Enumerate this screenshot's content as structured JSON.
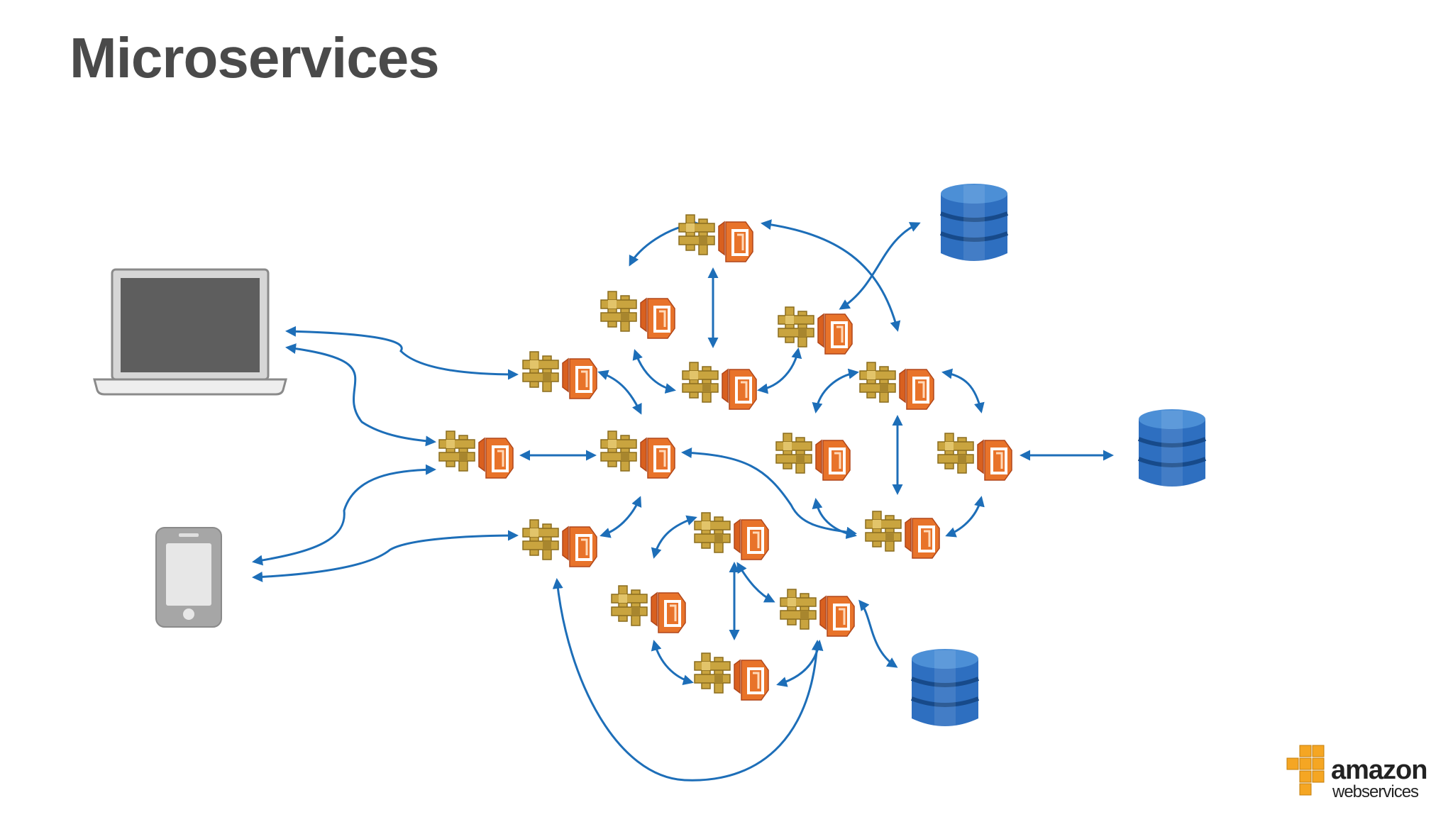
{
  "slide": {
    "title": "Microservices"
  },
  "colors": {
    "title": "#4a4a4a",
    "connector": "#1d6eb8",
    "gateway_gold": "#c9a43f",
    "lambda_orange": "#e8732a",
    "database_blue": "#2e6fc0",
    "device_gray": "#9a9a9a",
    "logo_orange": "#f5a623"
  },
  "icons": {
    "client_laptop": "laptop-icon",
    "client_phone": "phone-icon",
    "service": "api-gateway-lambda-icon",
    "datastore": "dynamodb-database-icon"
  },
  "logo": {
    "word1": "amazon",
    "word2": "webservices"
  }
}
